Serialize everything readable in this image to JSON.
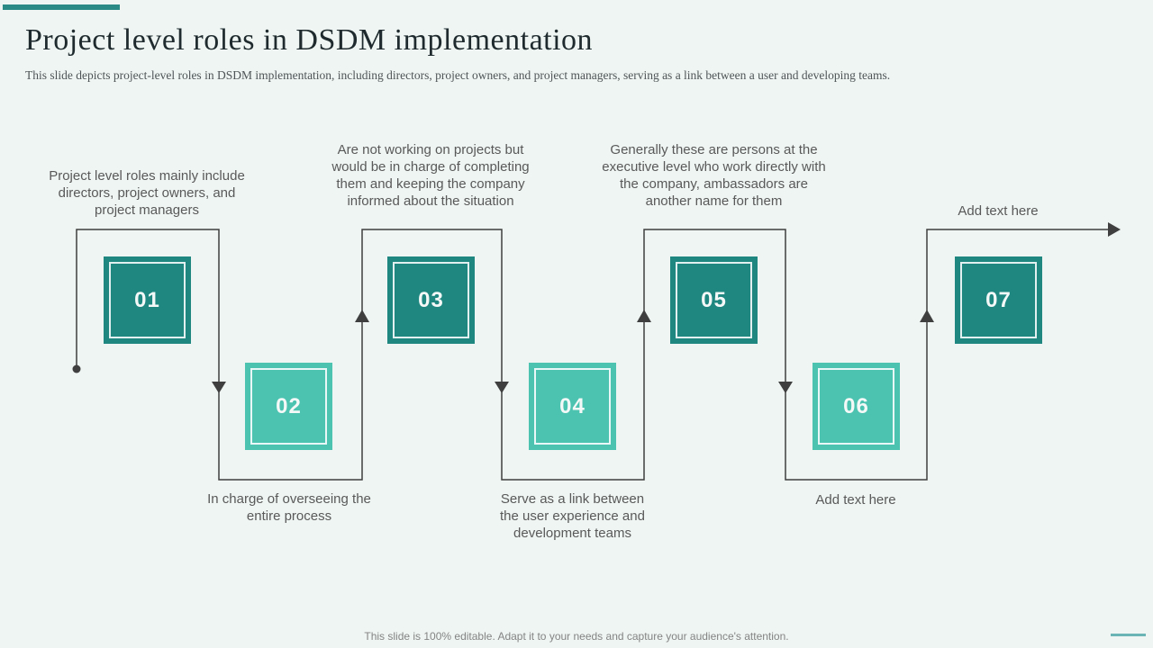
{
  "slide": {
    "title": "Project level roles in DSDM implementation",
    "subtitle": "This slide depicts project-level roles in DSDM implementation,  including directors, project owners, and project managers, serving as a link between a user and developing teams.",
    "footer": "This slide is 100% editable. Adapt it to your needs and capture your audience's attention."
  },
  "colors": {
    "background": "#eef5f2",
    "dark_teal": "#1f8680",
    "light_teal": "#4cc3b1",
    "connector_line": "#3f3f3f",
    "description_text": "#595959",
    "accent_bar": "#2a8a85"
  },
  "steps": [
    {
      "number": "01",
      "variant": "dark",
      "label_position": "top",
      "description": "Project level roles mainly include directors, project owners, and project managers"
    },
    {
      "number": "02",
      "variant": "light",
      "label_position": "bottom",
      "description": "In charge of overseeing the entire process"
    },
    {
      "number": "03",
      "variant": "dark",
      "label_position": "top",
      "description": "Are not working on projects but would be in charge of completing them and keeping the company informed about the situation"
    },
    {
      "number": "04",
      "variant": "light",
      "label_position": "bottom",
      "description": "Serve as a link between the user experience and development teams"
    },
    {
      "number": "05",
      "variant": "dark",
      "label_position": "top",
      "description": "Generally these are persons at the executive level who work directly with the company, ambassadors are another name for them"
    },
    {
      "number": "06",
      "variant": "light",
      "label_position": "bottom",
      "description": "Add text here"
    },
    {
      "number": "07",
      "variant": "dark",
      "label_position": "top",
      "description": "Add text here"
    }
  ]
}
